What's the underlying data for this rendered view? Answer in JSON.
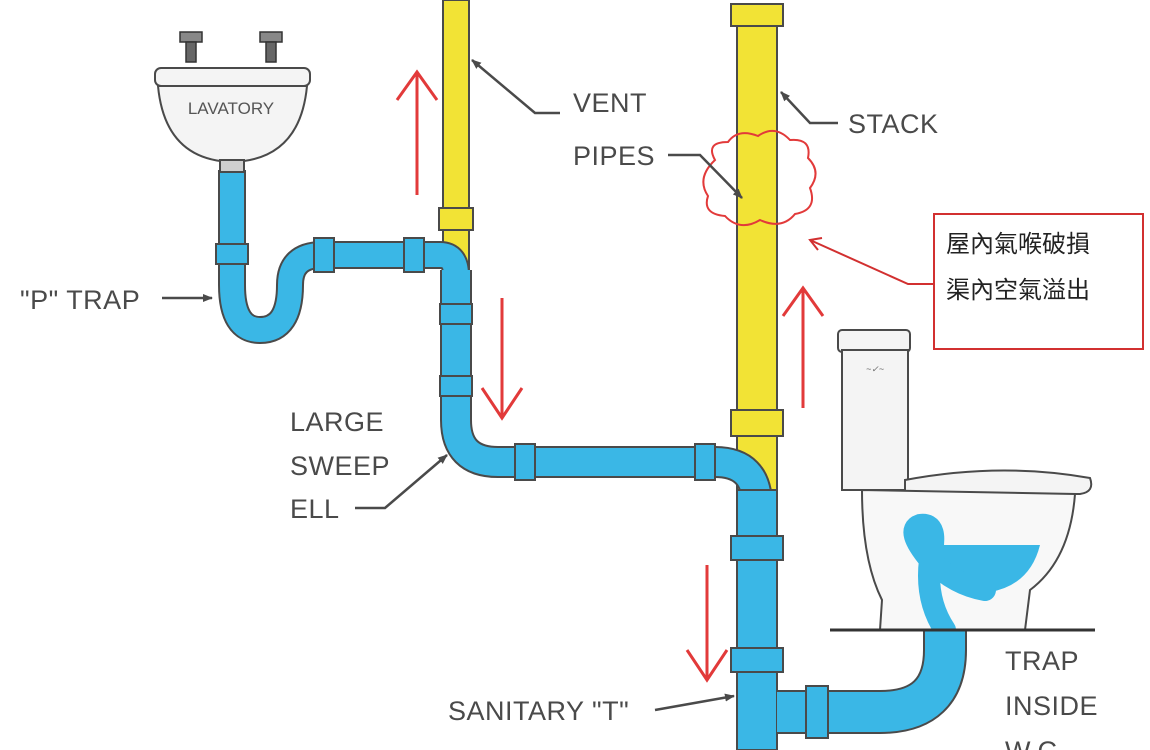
{
  "labels": {
    "lavatory": "LAVATORY",
    "p_trap": "\"P\" TRAP",
    "vent_line1": "VENT",
    "vent_line2": "PIPES",
    "stack": "STACK",
    "large_line1": "LARGE",
    "large_line2": "SWEEP",
    "large_line3": "ELL",
    "sanitary": "SANITARY \"T\"",
    "trap_line1": "TRAP",
    "trap_line2": "INSIDE",
    "trap_line3": "W.C."
  },
  "note": {
    "line1": "屋內氣喉破損",
    "line2": "渠內空氣溢出"
  },
  "colors": {
    "water_pipe": "#3ab7e6",
    "vent_pipe": "#f2e335",
    "flow_arrow": "#e23a3a",
    "outline": "#4a4a4a"
  }
}
